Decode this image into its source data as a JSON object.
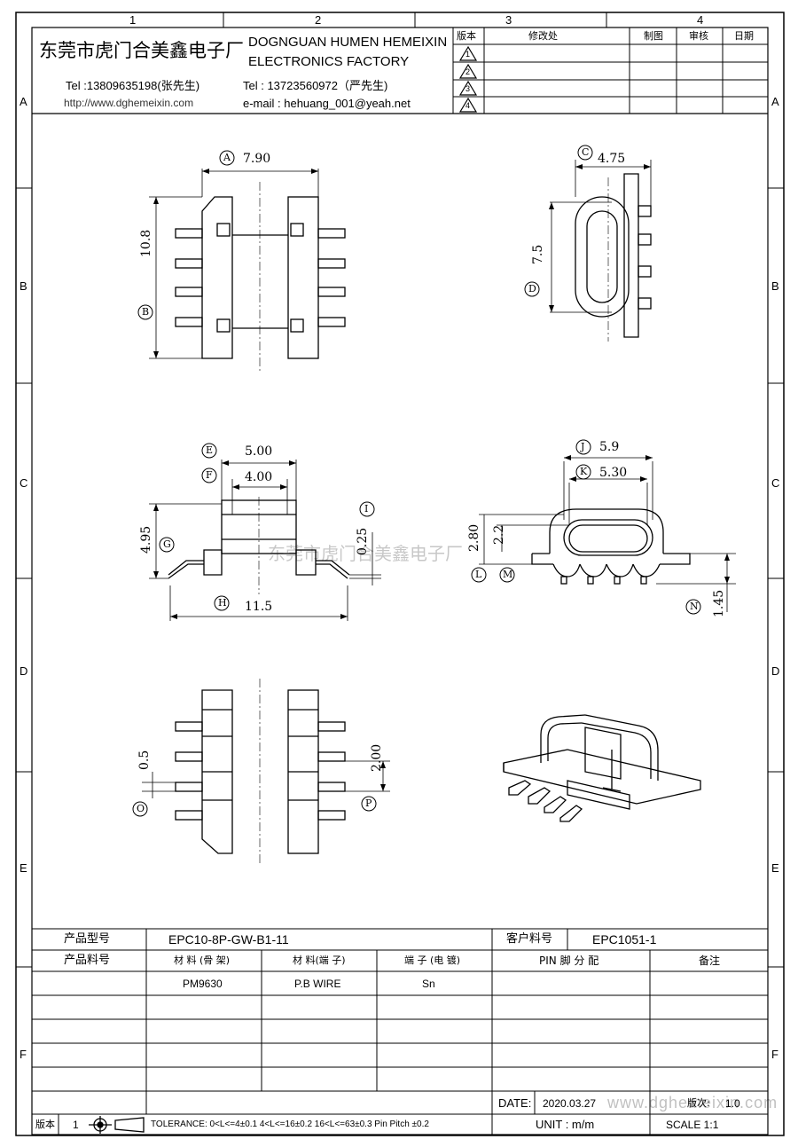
{
  "zones": {
    "columns": [
      "1",
      "2",
      "3",
      "4"
    ],
    "rows": [
      "A",
      "B",
      "C",
      "D",
      "E",
      "F"
    ]
  },
  "header": {
    "company_cn": "东莞市虎门合美鑫电子厂",
    "company_en_1": "DOGNGUAN HUMEN HEMEIXIN",
    "company_en_2": "ELECTRONICS FACTORY",
    "tel1": "Tel :13809635198(张先生)",
    "tel2": "Tel : 13723560972（严先生)",
    "website": "http://www.dghemeixin.com",
    "email": "e-mail : hehuang_001@yeah.net"
  },
  "revision": {
    "headers": [
      "版本",
      "修改处",
      "制图",
      "审核",
      "日期"
    ],
    "rows": [
      "1",
      "2",
      "3",
      "4"
    ]
  },
  "dims": {
    "A": "A",
    "A_val": "7.90",
    "B": "B",
    "B_val": "10.8",
    "C": "C",
    "C_val": "4.75",
    "D": "D",
    "D_val": "7.5",
    "E": "E",
    "E_val": "5.00",
    "F": "F",
    "F_val": "4.00",
    "G": "G",
    "G_val": "4.95",
    "H": "H",
    "H_val": "11.5",
    "I": "I",
    "I_val": "0.25",
    "J": "J",
    "J_val": "5.9",
    "K": "K",
    "K_val": "5.30",
    "L": "L",
    "L_val": "2.80",
    "M": "M",
    "M_val": "2.2",
    "N": "N",
    "N_val": "1.45",
    "O": "O",
    "O_val": "0.5",
    "P": "P",
    "P_val": "2.00"
  },
  "watermark": "东莞市虎门合美鑫电子厂",
  "watermark2": "www.dghemeixin.com",
  "table": {
    "product_model_label": "产品型号",
    "product_model": "EPC10-8P-GW-B1-11",
    "customer_part_label": "客户料号",
    "customer_part": "EPC1051-1",
    "product_part_label": "产品料号",
    "material_bobbin_label": "材 料 (骨 架)",
    "material_pin_label": "材 料(端 子)",
    "plating_label": "端 子 (电 镀)",
    "pin_label": "PIN 脚 分 配",
    "remark_label": "备注",
    "material_bobbin": "PM9630",
    "material_pin": "P.B WIRE",
    "plating": "Sn",
    "date_label": "DATE:",
    "date": "2020.03.27",
    "version_label": "版次:",
    "version": "1.0",
    "unit": "UNIT : m/m",
    "scale": "SCALE   1:1",
    "rev_label": "版本",
    "rev_value": "1",
    "tolerance": "TOLERANCE:  0<L<=4±0.1  4<L<=16±0.2  16<L<=63±0.3  Pin Pitch  ±0.2"
  }
}
